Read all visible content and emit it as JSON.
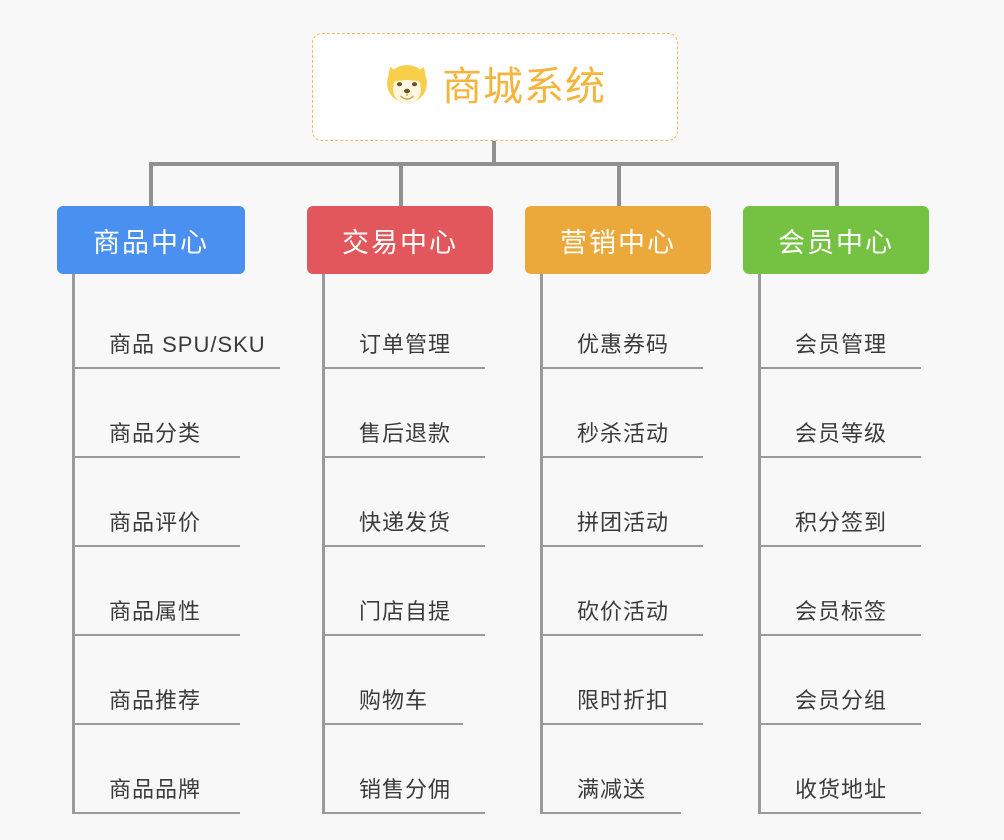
{
  "diagram": {
    "type": "org-chart",
    "background_color": "#f8f8f8",
    "root": {
      "title": "商城系统",
      "icon": "shiba-inu-dog-icon",
      "text_color": "#f5b53d",
      "border_color": "#f0b95c",
      "background_color": "#ffffff"
    },
    "connector_color": "#909090",
    "branches": [
      {
        "label": "商品中心",
        "color": "#4a90f0",
        "items": [
          {
            "label": "商品 SPU/SKU",
            "underline_width": 205
          },
          {
            "label": "商品分类",
            "underline_width": 165
          },
          {
            "label": "商品评价",
            "underline_width": 165
          },
          {
            "label": "商品属性",
            "underline_width": 165
          },
          {
            "label": "商品推荐",
            "underline_width": 165
          },
          {
            "label": "商品品牌",
            "underline_width": 165
          }
        ]
      },
      {
        "label": "交易中心",
        "color": "#e2575b",
        "items": [
          {
            "label": "订单管理",
            "underline_width": 160
          },
          {
            "label": "售后退款",
            "underline_width": 160
          },
          {
            "label": "快递发货",
            "underline_width": 160
          },
          {
            "label": "门店自提",
            "underline_width": 160
          },
          {
            "label": "购物车",
            "underline_width": 138
          },
          {
            "label": "销售分佣",
            "underline_width": 160
          }
        ]
      },
      {
        "label": "营销中心",
        "color": "#eaa93a",
        "items": [
          {
            "label": "优惠券码",
            "underline_width": 160
          },
          {
            "label": "秒杀活动",
            "underline_width": 160
          },
          {
            "label": "拼团活动",
            "underline_width": 160
          },
          {
            "label": "砍价活动",
            "underline_width": 160
          },
          {
            "label": "限时折扣",
            "underline_width": 160
          },
          {
            "label": "满减送",
            "underline_width": 138
          }
        ]
      },
      {
        "label": "会员中心",
        "color": "#75c142",
        "items": [
          {
            "label": "会员管理",
            "underline_width": 160
          },
          {
            "label": "会员等级",
            "underline_width": 160
          },
          {
            "label": "积分签到",
            "underline_width": 160
          },
          {
            "label": "会员标签",
            "underline_width": 160
          },
          {
            "label": "会员分组",
            "underline_width": 160
          },
          {
            "label": "收货地址",
            "underline_width": 160
          }
        ]
      }
    ]
  }
}
